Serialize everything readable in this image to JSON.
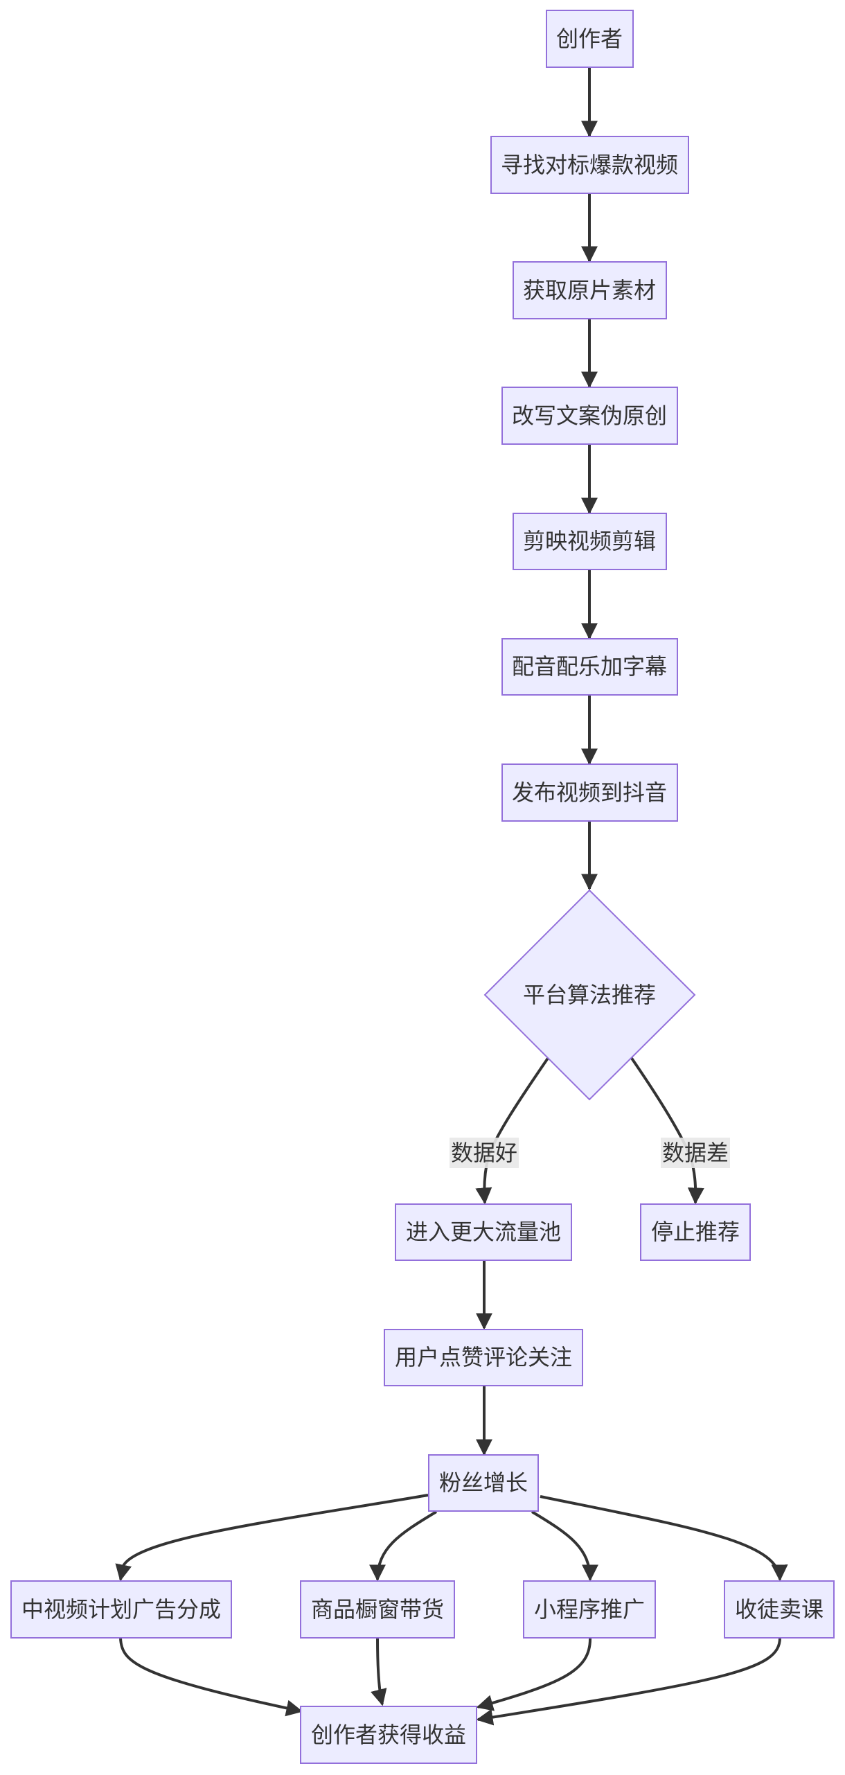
{
  "nodes": {
    "creator": "创作者",
    "find": "寻找对标爆款视频",
    "material": "获取原片素材",
    "rewrite": "改写文案伪原创",
    "edit": "剪映视频剪辑",
    "dub": "配音配乐加字幕",
    "publish": "发布视频到抖音",
    "algo": "平台算法推荐",
    "bigpool": "进入更大流量池",
    "stop": "停止推荐",
    "interact": "用户点赞评论关注",
    "fans": "粉丝增长",
    "ads": "中视频计划广告分成",
    "shop": "商品橱窗带货",
    "mini": "小程序推广",
    "course": "收徒卖课",
    "income": "创作者获得收益"
  },
  "edges": {
    "good": "数据好",
    "bad": "数据差"
  },
  "colors": {
    "node_fill": "#ECECFF",
    "node_stroke": "#9370DB",
    "edge": "#333333",
    "text": "#333333"
  }
}
